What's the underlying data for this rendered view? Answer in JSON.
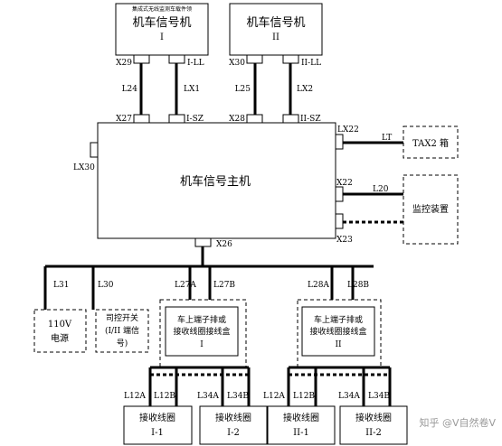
{
  "top_units": {
    "unit1_tag": "集成式无线监测车载件领",
    "unit1_title": "机车信号机",
    "unit1_roman": "I",
    "unit2_title": "机车信号机",
    "unit2_roman": "II"
  },
  "connectors": {
    "x29": "X29",
    "i_ll": "I-LL",
    "x30_top": "X30",
    "ii_ll": "II-LL",
    "x27": "X27",
    "i_sz": "I-SZ",
    "x28": "X28",
    "ii_sz": "II-SZ",
    "lx22": "LX22",
    "lx30": "LX30",
    "x22": "X22",
    "x23": "X23",
    "x26": "X26"
  },
  "cables": {
    "l24": "L24",
    "lx1": "LX1",
    "l25": "L25",
    "lx2": "LX2",
    "lt": "LT",
    "l20": "L20",
    "l31": "L31",
    "l30": "L30",
    "l27a": "L27A",
    "l27b": "L27B",
    "l28a": "L28A",
    "l28b": "L28B",
    "l12a_1": "L12A",
    "l12b_1": "L12B",
    "l34a_1": "L34A",
    "l34b_1": "L34B",
    "l12a_2": "L12A",
    "l12b_2": "L12B",
    "l34a_2": "L34A",
    "l34b_2": "L34B"
  },
  "main_host": "机车信号主机",
  "tax2": "TAX2 箱",
  "monitor": "监控装置",
  "power": {
    "line1": "110V",
    "line2": "电源"
  },
  "switch": {
    "line1": "司控开关",
    "line2": "(I/II 端信",
    "line3": "号)"
  },
  "junction1": {
    "line1": "车上端子排或",
    "line2": "接收线圈接线盒",
    "line3": "I"
  },
  "junction2": {
    "line1": "车上端子排或",
    "line2": "接收线圈接线盒",
    "line3": "II"
  },
  "coils": [
    {
      "line1": "接收线圈",
      "line2": "I-1"
    },
    {
      "line1": "接收线圈",
      "line2": "I-2"
    },
    {
      "line1": "接收线圈",
      "line2": "II-1"
    },
    {
      "line1": "接收线圈",
      "line2": "II-2"
    }
  ],
  "watermark": "知乎 @V自然卷V"
}
